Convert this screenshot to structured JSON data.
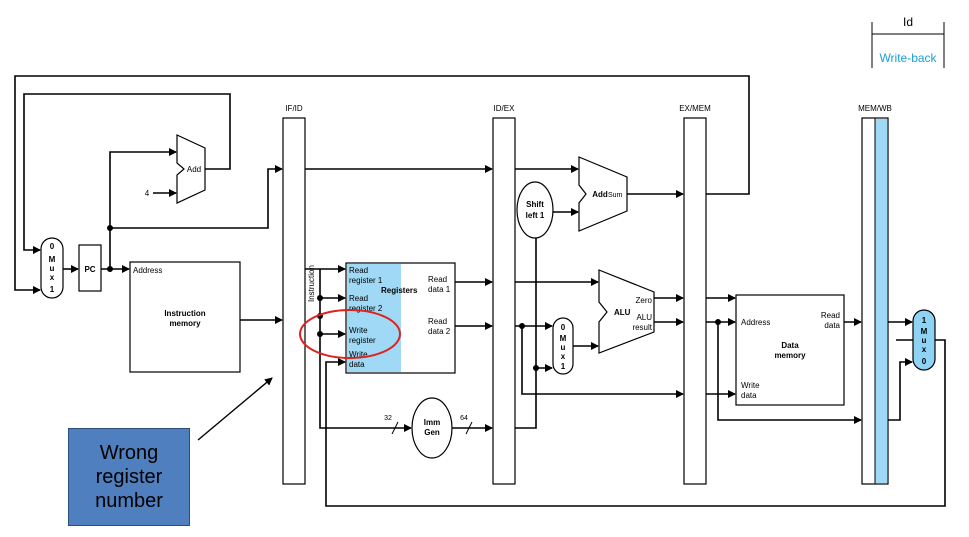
{
  "legend": {
    "top_stage": "Id",
    "bottom_stage": "Write-back",
    "bottom_color": "#1aa0d8"
  },
  "pipeline_registers": {
    "if_id": "IF/ID",
    "id_ex": "ID/EX",
    "ex_mem": "EX/MEM",
    "mem_wb": "MEM/WB"
  },
  "fetch": {
    "pc": "PC",
    "mux_top": "0",
    "mux_letters": "M u x",
    "mux_bottom": "1",
    "add": "Add",
    "const_four": "4",
    "address": "Address",
    "imem_line1": "Instruction",
    "imem_line2": "memory"
  },
  "decode": {
    "instruction": "Instruction",
    "read_reg1_line1": "Read",
    "read_reg1_line2": "register 1",
    "read_reg2_line1": "Read",
    "read_reg2_line2": "register 2",
    "write_reg_line1": "Write",
    "write_reg_line2": "register",
    "write_data_line1": "Write",
    "write_data_line2": "data",
    "registers": "Registers",
    "read_data1_line1": "Read",
    "read_data1_line2": "data 1",
    "read_data2_line1": "Read",
    "read_data2_line2": "data 2",
    "imm_line1": "Imm",
    "imm_line2": "Gen",
    "bits_in": "32",
    "bits_out": "64",
    "highlight_color": "#9fd9f5"
  },
  "execute": {
    "shift_line1": "Shift",
    "shift_line2": "left 1",
    "add": "Add",
    "sum": "Sum",
    "mux_top": "0",
    "mux_letters": "M u x",
    "mux_bottom": "1",
    "alu": "ALU",
    "zero": "Zero",
    "alu_result_line1": "ALU",
    "alu_result_line2": "result"
  },
  "memory": {
    "address": "Address",
    "read_line1": "Read",
    "read_line2": "data",
    "dmem_line1": "Data",
    "dmem_line2": "memory",
    "write_line1": "Write",
    "write_line2": "data"
  },
  "writeback": {
    "mux_top": "1",
    "mux_letters": "M u x",
    "mux_bottom": "0",
    "mux_color": "#8fd3f4"
  },
  "annotation": {
    "callout_line1": "Wrong",
    "callout_line2": "register",
    "callout_line3": "number",
    "callout_color": "#4f7fbe",
    "circle_color": "#e0201c"
  }
}
